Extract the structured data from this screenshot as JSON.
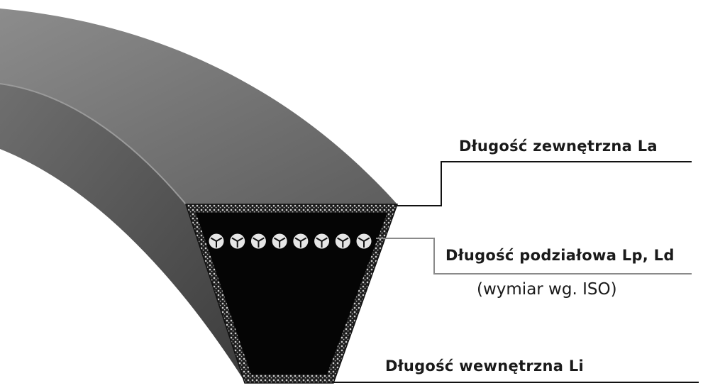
{
  "labels": {
    "outer_length": "Długość zewnętrzna La",
    "pitch_length": "Długość podziałowa Lp, Ld",
    "pitch_note": "(wymiar wg. ISO)",
    "inner_length": "Długość wewnętrzna Li"
  },
  "colors": {
    "belt_top_light": "#8c8c8c",
    "belt_top_dark": "#5e5e5e",
    "belt_side_light": "#6f6f6f",
    "belt_side_dark": "#3c3c3c",
    "core": "#050505",
    "cover_weave": "#cfcfcf",
    "cord": "#e6e6e6",
    "leader_dark": "#111111",
    "leader_light": "#8a8a8a"
  },
  "tension_cords": {
    "count": 8
  }
}
